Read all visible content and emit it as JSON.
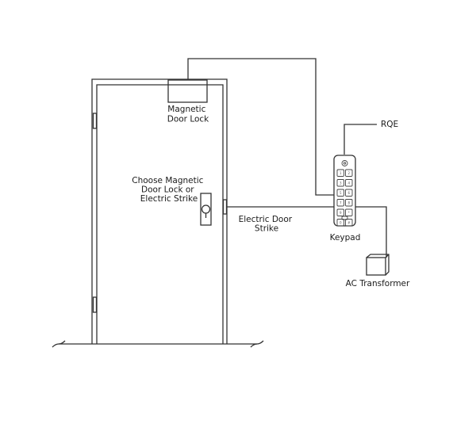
{
  "labels": {
    "magnetic_lock": [
      "Magnetic",
      "Door Lock"
    ],
    "choose": [
      "Choose Magnetic",
      "Door Lock or",
      "Electric Strike"
    ],
    "electric_strike": [
      "Electric Door",
      "Strike"
    ],
    "rqe": "RQE",
    "keypad": "Keypad",
    "ac_transformer": "AC Transformer"
  },
  "keypad_keys": [
    "1",
    "2",
    "3",
    "4",
    "5",
    "6",
    "7",
    "8",
    "9",
    "*",
    "0",
    "#"
  ],
  "colors": {
    "line": "#333333",
    "text": "#1a1a1a",
    "keypad_body": "#f2f2f2"
  }
}
